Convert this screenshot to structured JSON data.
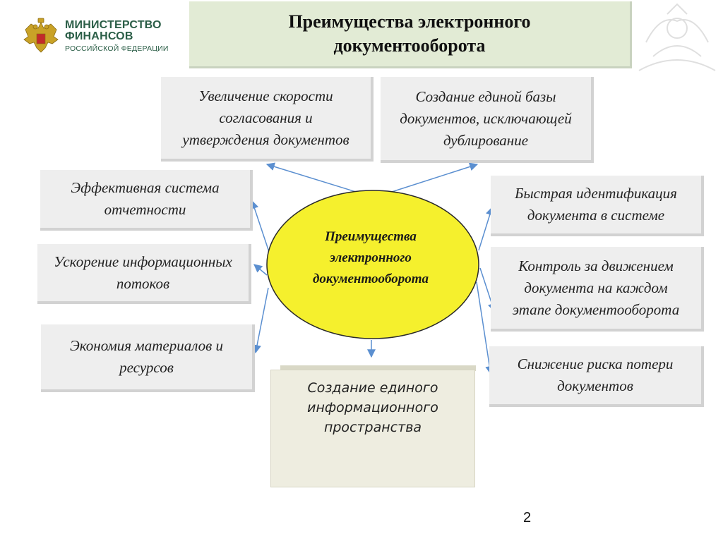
{
  "header": {
    "logo": {
      "line1": "МИНИСТЕРСТВО",
      "line2": "ФИНАНСОВ",
      "line3": "РОССИЙСКОЙ ФЕДЕРАЦИИ",
      "icon": "double-headed-eagle-emblem"
    },
    "title": "Преимущества электронного\nдокументооборота"
  },
  "diagram": {
    "center": "Преимущества\nэлектронного\nдокументооборота",
    "boxes": {
      "speed": "Увеличение скорости\nсогласования и\nутверждения документов",
      "database": "Создание единой базы\nдокументов, исключающей\nдублирование",
      "reporting": "Эффективная система\nотчетности",
      "flows": "Ускорение информационных\nпотоков",
      "economy": "Экономия материалов и\nресурсов",
      "identification": "Быстрая идентификация\nдокумента в системе",
      "control": "Контроль за движением\nдокумента на каждом\nэтапе документооборота",
      "risk": "Снижение риска потери\nдокументов",
      "space": "Создание единого\nинформационного\nпространства"
    },
    "colors": {
      "ellipse_fill": "#f5f02d",
      "ellipse_stroke": "#2a2a2a",
      "arrow": "#5b8fd0",
      "title_bg": "#e2ebd5",
      "box_bg": "#eeeeee",
      "bottom_box_bg": "#eeede0"
    }
  },
  "footer": {
    "page_number": "2"
  }
}
